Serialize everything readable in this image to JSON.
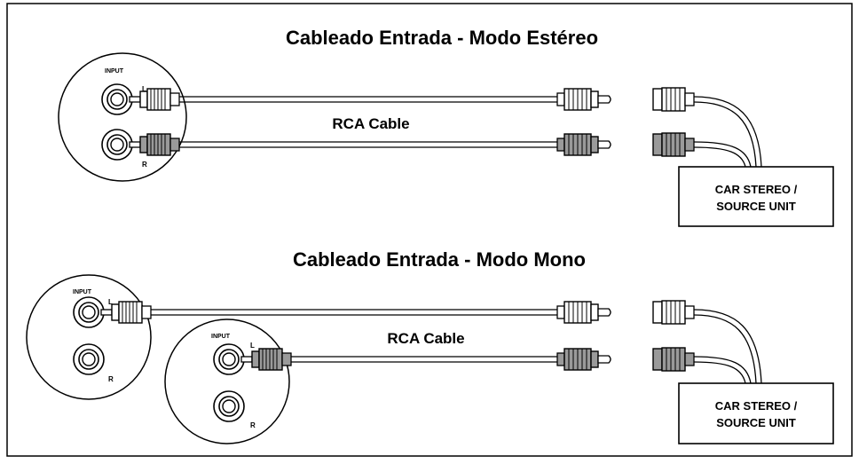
{
  "stereo": {
    "title": "Cableado Entrada - Modo Estéreo",
    "input_label": "INPUT",
    "left_label": "L",
    "right_label": "R",
    "cable_label": "RCA Cable",
    "unit_line1": "CAR STEREO /",
    "unit_line2": "SOURCE UNIT"
  },
  "mono": {
    "title": "Cableado Entrada - Modo Mono",
    "amp1": {
      "input_label": "INPUT",
      "left_label": "L",
      "right_label": "R"
    },
    "amp2": {
      "input_label": "INPUT",
      "left_label": "L",
      "right_label": "R"
    },
    "cable_label": "RCA Cable",
    "unit_line1": "CAR STEREO /",
    "unit_line2": "SOURCE UNIT"
  },
  "colors": {
    "line": "#000000",
    "dark_plug": "#9a9a9a",
    "light_plug": "#ffffff"
  }
}
